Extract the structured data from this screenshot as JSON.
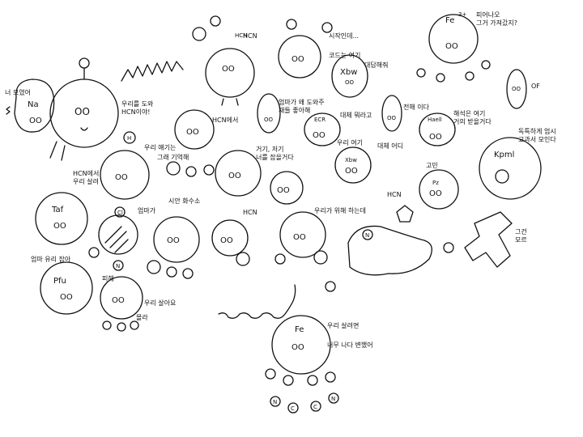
{
  "labels": {
    "na": "Na",
    "hcn_top": "HCN",
    "xbw": "Xbw",
    "ecr": "ECR",
    "fe_top": "Fe",
    "fe_charge": "3+",
    "hael": "Haell",
    "kpml": "Kpml",
    "taf": "Taf",
    "pfu": "Pfu",
    "hcn_mid": "HCN",
    "hcn_right": "HCN",
    "xbw_mid": "Xbw",
    "pz": "Pz",
    "fe_bottom": "Fe",
    "h": "H",
    "c": "C",
    "n": "N",
    "cl": "Cl",
    "oo": "OO",
    "mo": "OO"
  },
  "notes": {
    "n1": "너 모였어",
    "n2": "HCN",
    "n3": "우리를 도와",
    "n4": "HCN이야!",
    "n5": "코드는 여기",
    "n6": "시작인데...",
    "n7": "엄마가 왜 도와주",
    "n8": "재들 좋아해",
    "n9": "대체 뭐라고",
    "n10": "대답해줘",
    "n11": "전해 이다",
    "n12": "피어나오",
    "n13": "그거 가져갔지?",
    "n14": "해석은 여기",
    "n15": "거의 받을거다",
    "n16": "OF",
    "n17": "우리 얘기는",
    "n18": "그래 기억해",
    "n19": "HCN에서",
    "n20": "우리 여기",
    "n21": "거기, 저기",
    "n22": "너를 잡을거다",
    "n23": "대체 어디",
    "n24": "고민",
    "n25": "독특하게 엄시",
    "n26": "교과서 모인다",
    "n27": "HCN에서",
    "n28": "우리 살려",
    "n29": "엄마가",
    "n30": "시안 화수소",
    "n31": "HCN",
    "n32": "우리가 위해 하는데",
    "n33": "그건",
    "n34": "모르",
    "n35": "HCN",
    "n36": "엄마 유리 잡아",
    "n37": "피해",
    "n38": "우리 살아요",
    "n39": "몰라",
    "n40": "우리 살려면",
    "n41": "너무 나다 변했어"
  }
}
